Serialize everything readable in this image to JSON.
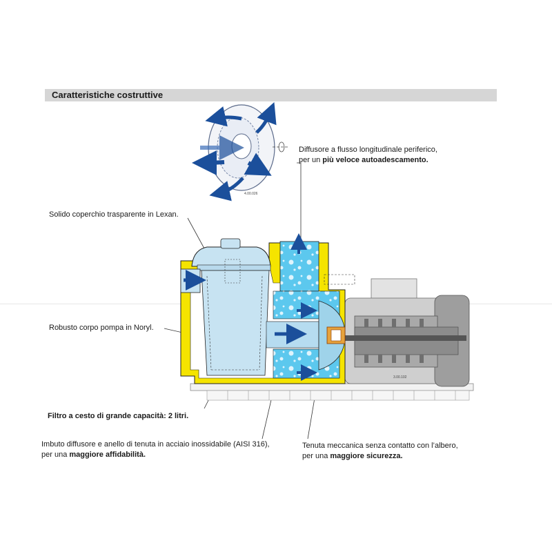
{
  "section": {
    "title": "Caratteristiche costruttive"
  },
  "labels": {
    "diffusore_line1": "Diffusore a flusso longitudinale periferico,",
    "diffusore_line2_prefix": "per un ",
    "diffusore_line2_bold": "più veloce autoadescamento.",
    "coperchio": "Solido coperchio trasparente in Lexan.",
    "corpo": "Robusto corpo pompa in Noryl.",
    "filtro": "Filtro a cesto di grande capacità: 2 litri.",
    "imbuto_line1": "Imbuto diffusore e anello di tenuta in acciaio inossidabile (AISI 316),",
    "imbuto_line2_prefix": "per una ",
    "imbuto_line2_bold": "maggiore affidabilità.",
    "tenuta_line1": "Tenuta meccanica senza contatto con l’albero,",
    "tenuta_line2_prefix": "per una ",
    "tenuta_line2_bold": "maggiore sicurezza.",
    "code_small": "4.00.026",
    "code_main": "3.00.102"
  },
  "colors": {
    "housing_yellow": "#f5e400",
    "water_blue": "#5cc8ee",
    "lid_blue": "#c7e3f2",
    "arrow_blue": "#1b4f9b",
    "motor_grey": "#bdbdbd",
    "section_bar": "#d6d6d6"
  }
}
